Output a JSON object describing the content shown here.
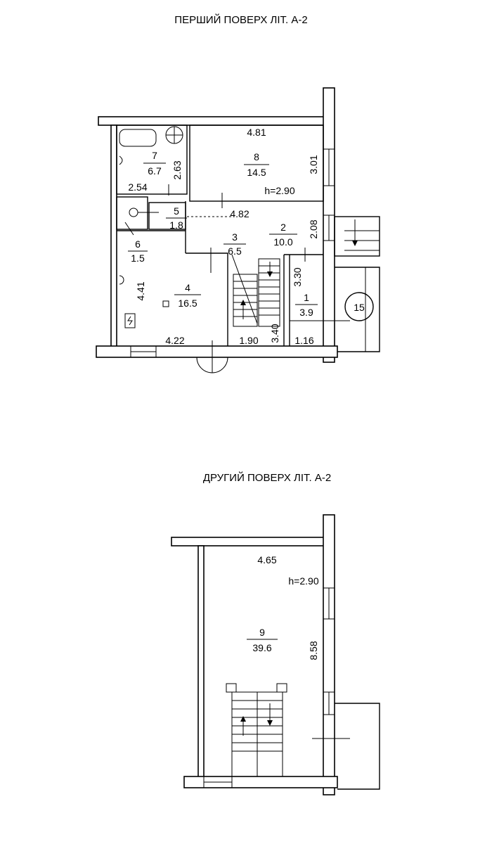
{
  "floor1": {
    "title": "ПЕРШИЙ ПОВЕРХ ЛІТ. А-2",
    "height_label": "h=2.90",
    "badge": "15",
    "rooms": [
      {
        "id": "7",
        "area": "6.7"
      },
      {
        "id": "8",
        "area": "14.5"
      },
      {
        "id": "5",
        "area": "1.8"
      },
      {
        "id": "6",
        "area": "1.5"
      },
      {
        "id": "3",
        "area": "6.5"
      },
      {
        "id": "2",
        "area": "10.0"
      },
      {
        "id": "4",
        "area": "16.5"
      },
      {
        "id": "1",
        "area": "3.9"
      }
    ],
    "dims": [
      "4.81",
      "3.01",
      "2.63",
      "2.54",
      "4.82",
      "2.08",
      "3.30",
      "4.41",
      "4.22",
      "1.90",
      "3.40",
      "1.16"
    ]
  },
  "floor2": {
    "title": "ДРУГИЙ ПОВЕРХ ЛІТ. А-2",
    "height_label": "h=2.90",
    "rooms": [
      {
        "id": "9",
        "area": "39.6"
      }
    ],
    "dims": [
      "4.65",
      "8.58"
    ]
  }
}
